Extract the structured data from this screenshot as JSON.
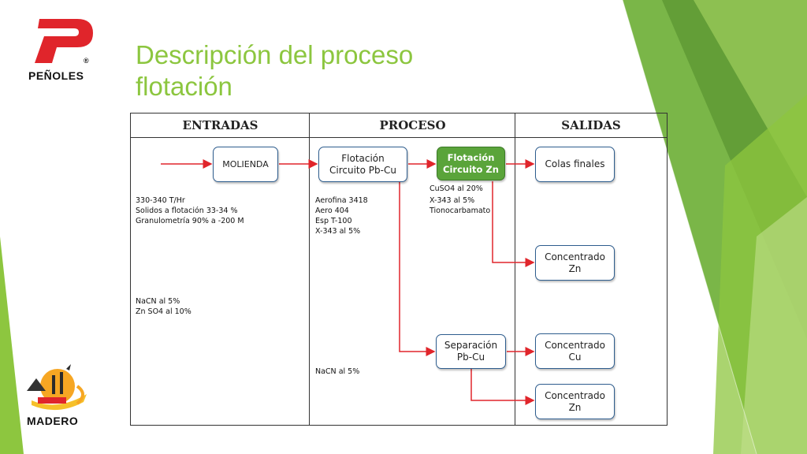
{
  "slide": {
    "title": "Descripción del proceso flotación"
  },
  "logos": {
    "top_logo_text": "PEÑOLES",
    "top_logo_mark": "®",
    "bottom_logo_text": "MADERO"
  },
  "table": {
    "headers": {
      "inputs": "ENTRADAS",
      "process": "PROCESO",
      "outputs": "SALIDAS"
    }
  },
  "nodes": {
    "molienda": "MOLIENDA",
    "flot_pbcu": "Flotación\nCircuito Pb-Cu",
    "flot_zn": "Flotación\nCircuito Zn",
    "colas": "Colas finales",
    "conc_zn_1": "Concentrado\nZn",
    "separacion": "Separación\nPb-Cu",
    "conc_cu": "Concentrado\nCu",
    "conc_zn_2": "Concentrado\nZn"
  },
  "notes": {
    "inputs_1": "330-340 T/Hr\nSolidos a flotación 33-34 %\nGranulometría 90% a -200 M",
    "inputs_2": "NaCN al 5%\nZn SO4 al 10%",
    "pbcu_reagents": "Aerofina 3418\nAero 404\nEsp T-100\nX-343 al 5%",
    "zn_reagent_1": "CuSO4 al 20%",
    "zn_reagent_2": "X-343 al 5%\nTionocarbamato",
    "sep_reagent": "NaCN al 5%"
  },
  "colors": {
    "title": "#8cc63f",
    "node_border": "#2e5d8e",
    "node_highlight": "#5aa43a",
    "arrow": "#e0252b",
    "logo_red": "#e0252b"
  }
}
